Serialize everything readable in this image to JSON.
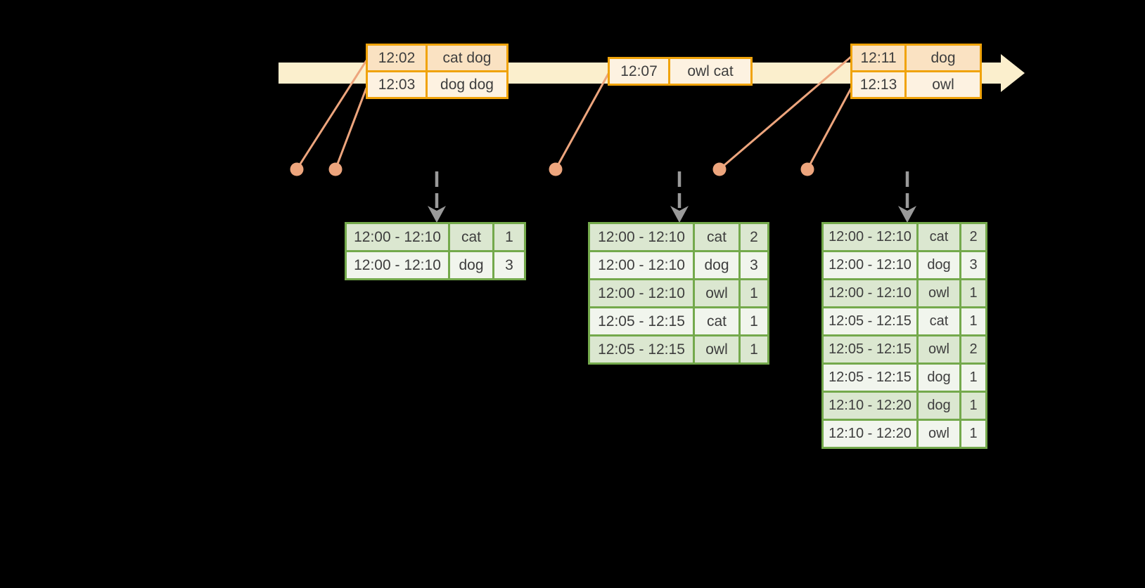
{
  "colors": {
    "background": "#000000",
    "timeline_fill": "#FBEFCD",
    "event_border": "#F0A30A",
    "event_row_dark": "#FAE2C2",
    "event_row_light": "#FDF2E1",
    "dot": "#EDA57D",
    "trigger_arrow": "#9A9A9A",
    "result_border": "#74A94C",
    "result_row_dark": "#DBE7D0",
    "result_row_light": "#F1F5ED",
    "text": "#3E3E3E"
  },
  "timeline": {
    "event_tables": [
      {
        "rows": [
          {
            "time": "12:02",
            "words": "cat dog"
          },
          {
            "time": "12:03",
            "words": "dog dog"
          }
        ]
      },
      {
        "rows": [
          {
            "time": "12:07",
            "words": "owl cat"
          }
        ]
      },
      {
        "rows": [
          {
            "time": "12:11",
            "words": "dog"
          },
          {
            "time": "12:13",
            "words": "owl"
          }
        ]
      }
    ],
    "event_dot_count": 5,
    "trigger_arrow_count": 3
  },
  "result_tables": [
    {
      "rows": [
        {
          "window": "12:00 - 12:10",
          "word": "cat",
          "count": "1"
        },
        {
          "window": "12:00 - 12:10",
          "word": "dog",
          "count": "3"
        }
      ]
    },
    {
      "rows": [
        {
          "window": "12:00 - 12:10",
          "word": "cat",
          "count": "2"
        },
        {
          "window": "12:00 - 12:10",
          "word": "dog",
          "count": "3"
        },
        {
          "window": "12:00 - 12:10",
          "word": "owl",
          "count": "1"
        },
        {
          "window": "12:05 - 12:15",
          "word": "cat",
          "count": "1"
        },
        {
          "window": "12:05 - 12:15",
          "word": "owl",
          "count": "1"
        }
      ]
    },
    {
      "rows": [
        {
          "window": "12:00 - 12:10",
          "word": "cat",
          "count": "2"
        },
        {
          "window": "12:00 - 12:10",
          "word": "dog",
          "count": "3"
        },
        {
          "window": "12:00 - 12:10",
          "word": "owl",
          "count": "1"
        },
        {
          "window": "12:05 - 12:15",
          "word": "cat",
          "count": "1"
        },
        {
          "window": "12:05 - 12:15",
          "word": "owl",
          "count": "2"
        },
        {
          "window": "12:05 - 12:15",
          "word": "dog",
          "count": "1"
        },
        {
          "window": "12:10 - 12:20",
          "word": "dog",
          "count": "1"
        },
        {
          "window": "12:10 - 12:20",
          "word": "owl",
          "count": "1"
        }
      ]
    }
  ]
}
